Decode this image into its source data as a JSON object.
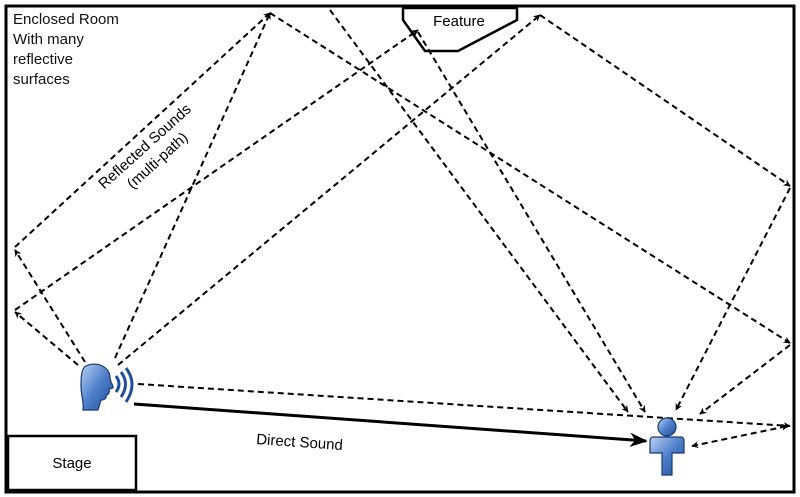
{
  "room": {
    "title_lines": [
      "Enclosed Room",
      "With many",
      "reflective",
      "surfaces"
    ]
  },
  "feature": {
    "label": "Feature"
  },
  "stage": {
    "label": "Stage"
  },
  "reflected": {
    "line1": "Reflected Sounds",
    "line2": "(multi-path)"
  },
  "direct": {
    "label": "Direct Sound"
  },
  "icons": {
    "speaker": "speaking-head-icon",
    "listener": "person-icon"
  },
  "colors": {
    "line": "#000000",
    "icon_blue_dark": "#1f4f99",
    "icon_blue_light": "#8fb4e6"
  }
}
